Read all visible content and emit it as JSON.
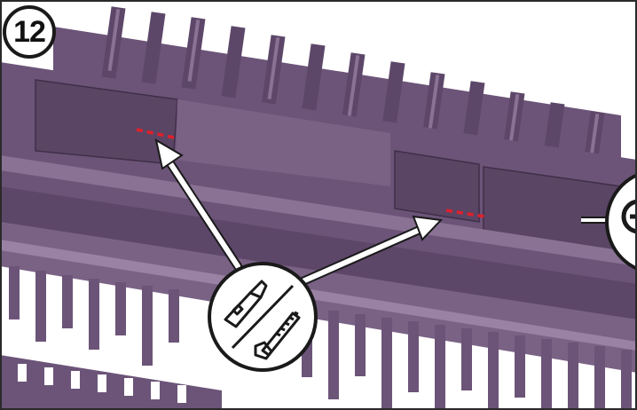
{
  "step": {
    "number": "12"
  },
  "icons": {
    "tool_badge": [
      "utility-knife-icon",
      "hand-saw-icon"
    ],
    "edge_badge": "rotate-icon"
  },
  "colors": {
    "plastic": "#6c5478",
    "plastic_dark": "#4d3a57",
    "plastic_light": "#8a7295",
    "cut_line": "#e0202a",
    "outline": "#1a1a1a",
    "background": "#ffffff"
  },
  "cut_marks": [
    {
      "id": "left",
      "label": ""
    },
    {
      "id": "right",
      "label": ""
    }
  ]
}
